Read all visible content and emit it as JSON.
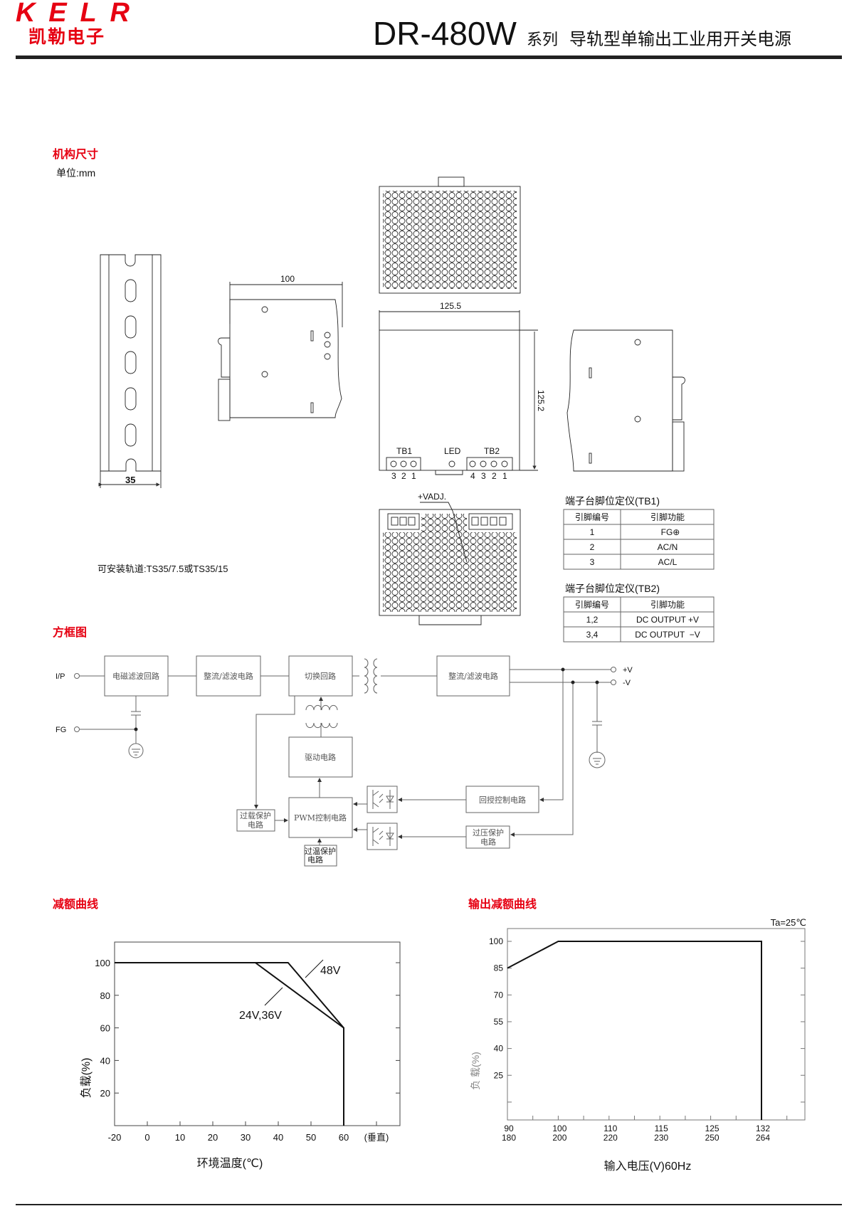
{
  "header": {
    "logo_en": "KELR",
    "logo_cn": "凯勒电子",
    "model": "DR-480W",
    "series": "系列",
    "title": "导轨型单输出工业用开关电源"
  },
  "mechanical": {
    "title": "机构尺寸",
    "unit": "单位:mm",
    "rail_width": "35",
    "rail_note": "可安装轨道:TS35/7.5或TS35/15",
    "depth": "100",
    "width": "125.5",
    "height": "125.2",
    "tb1": "TB1",
    "led": "LED",
    "tb2": "TB2",
    "tb1_pins": [
      "3",
      "2",
      "1"
    ],
    "tb2_pins": [
      "4",
      "3",
      "2",
      "1"
    ],
    "vadj": "+VADJ."
  },
  "tables": {
    "tb1": {
      "title": "端子台脚位定仪(TB1)",
      "headers": [
        "引脚编号",
        "引脚功能"
      ],
      "rows": [
        [
          "1",
          "FG⊕"
        ],
        [
          "2",
          "AC/N"
        ],
        [
          "3",
          "AC/L"
        ]
      ]
    },
    "tb2": {
      "title": "端子台脚位定仪(TB2)",
      "headers": [
        "引脚编号",
        "引脚功能"
      ],
      "rows": [
        [
          "1,2",
          "DC OUTPUT +V"
        ],
        [
          "3,4",
          "DC OUTPUT  −V"
        ]
      ]
    }
  },
  "block_diagram": {
    "title": "方框图",
    "ip": "I/P",
    "fg": "FG",
    "pos_v": "+V",
    "neg_v": "-V",
    "emi": "电磁滤波回路",
    "rect1": "整流/滤波电路",
    "switch": "切换回路",
    "rect2": "整流/滤波电路",
    "drive": "驱动电路",
    "pwm": "PWM控制电路",
    "olp1": "过载保护",
    "olp2": "电路",
    "otp1": "过温保护",
    "otp2": "电路",
    "feedback": "回授控制电路",
    "ovp1": "过压保护",
    "ovp2": "电路"
  },
  "chart_data": [
    {
      "type": "line",
      "title": "减额曲线",
      "xlabel": "环境温度(℃)",
      "ylabel": "负载(%)",
      "xticks": [
        "-20",
        "0",
        "10",
        "20",
        "30",
        "40",
        "50",
        "60",
        "(垂直)"
      ],
      "xtick_values": [
        -20,
        0,
        10,
        20,
        30,
        40,
        50,
        60,
        70
      ],
      "yticks": [
        20,
        40,
        60,
        80,
        100
      ],
      "ylim": [
        0,
        120
      ],
      "series": [
        {
          "name": "48V",
          "x": [
            -20,
            43,
            60,
            60
          ],
          "y": [
            100,
            100,
            60,
            0
          ]
        },
        {
          "name": "24V,36V",
          "x": [
            -20,
            33,
            60,
            60
          ],
          "y": [
            100,
            100,
            60,
            0
          ]
        }
      ]
    },
    {
      "type": "line",
      "title": "输出减额曲线",
      "note": "Ta=25℃",
      "xlabel": "输入电压(V)60Hz",
      "ylabel": "负 载(%)",
      "xticks": [
        [
          "90",
          "180"
        ],
        [
          "100",
          "200"
        ],
        [
          "110",
          "220"
        ],
        [
          "115",
          "230"
        ],
        [
          "125",
          "250"
        ],
        [
          "132",
          "264"
        ]
      ],
      "yticks": [
        25,
        40,
        55,
        70,
        85,
        100
      ],
      "ylim": [
        0,
        115
      ],
      "series": [
        {
          "name": "load",
          "x_index": [
            0,
            1,
            5,
            5
          ],
          "y": [
            85,
            100,
            100,
            0
          ]
        }
      ]
    }
  ]
}
